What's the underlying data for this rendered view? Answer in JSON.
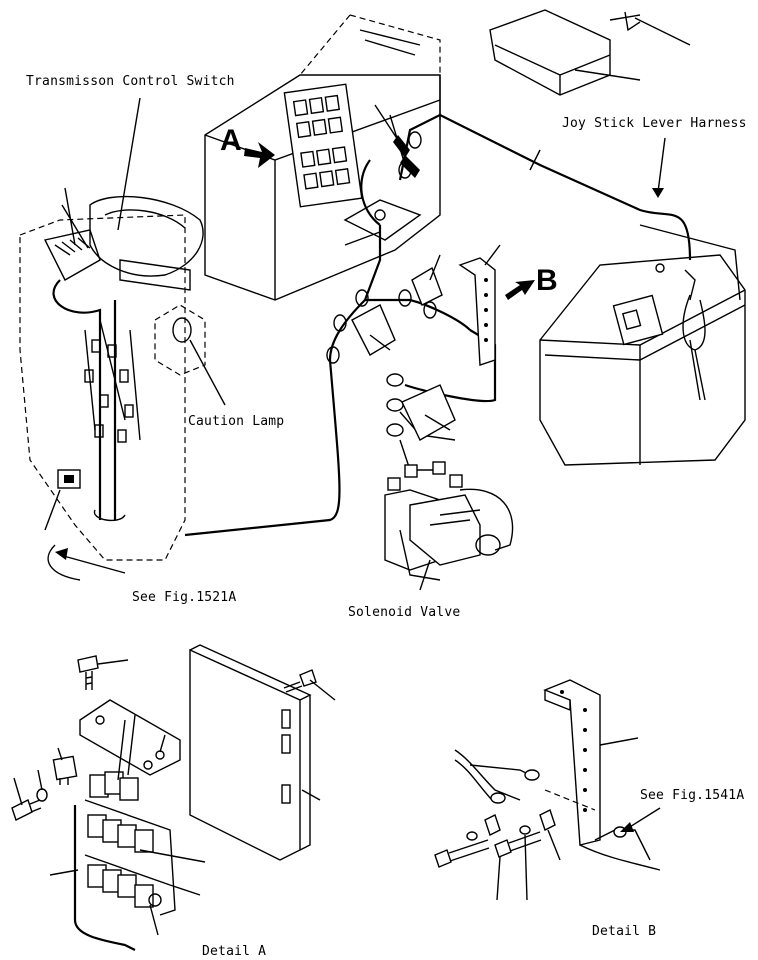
{
  "labels": {
    "transmission_switch": "Transmisson Control Switch",
    "joystick_harness": "Joy Stick Lever Harness",
    "caution_lamp": "Caution Lamp",
    "see_fig_1521": "See Fig.1521A",
    "solenoid_valve": "Solenoid Valve",
    "see_fig_1541": "See Fig.1541A",
    "detail_a": "Detail A",
    "detail_b": "Detail B",
    "view_a": "A",
    "view_b": "B"
  }
}
